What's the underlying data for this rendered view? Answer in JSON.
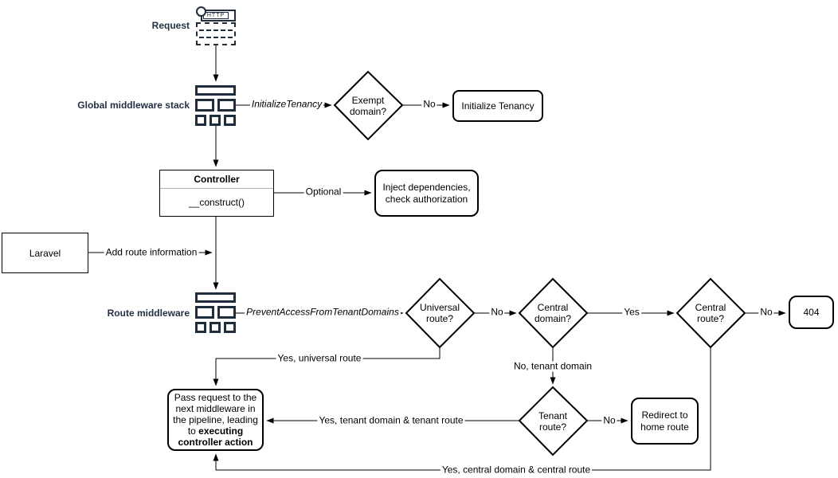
{
  "diagram": {
    "colors": {
      "icon_navy": "#1f2d3d",
      "label_navy": "#243143",
      "shape_stroke": "#000000",
      "background": "#ffffff"
    },
    "labels": {
      "request": "Request",
      "global_middleware": "Global middleware stack",
      "route_middleware": "Route middleware"
    },
    "icons": {
      "http_request": "HTTP"
    },
    "nodes": {
      "exempt_domain": "Exempt\ndomain?",
      "initialize_tenancy": "Initialize Tenancy",
      "controller_title": "Controller",
      "controller_member": "__construct()",
      "inject_dependencies": "Inject dependencies,\ncheck authorization",
      "laravel": "Laravel",
      "universal_route": "Universal\nroute?",
      "central_domain": "Central\ndomain?",
      "central_route": "Central\nroute?",
      "not_found": "404",
      "tenant_route": "Tenant\nroute?",
      "redirect_home": "Redirect to\nhome route",
      "pass_request_prefix": "Pass request to the next middleware in the pipeline, leading to ",
      "pass_request_bold": "executing controller action"
    },
    "edges": {
      "initialize_tenancy_mw": "InitializeTenancy",
      "prevent_access_mw": "PreventAccessFromTenantDomains",
      "no_exempt": "No",
      "optional": "Optional",
      "add_route_information": "Add route information",
      "no_universal": "No",
      "yes_central_domain": "Yes",
      "no_central_route": "No",
      "no_tenant_domain": "No, tenant domain",
      "no_tenant_route": "No",
      "yes_universal_route": "Yes, universal route",
      "yes_tenant_route": "Yes, tenant domain & tenant route",
      "yes_central_route": "Yes, central domain & central route"
    }
  }
}
